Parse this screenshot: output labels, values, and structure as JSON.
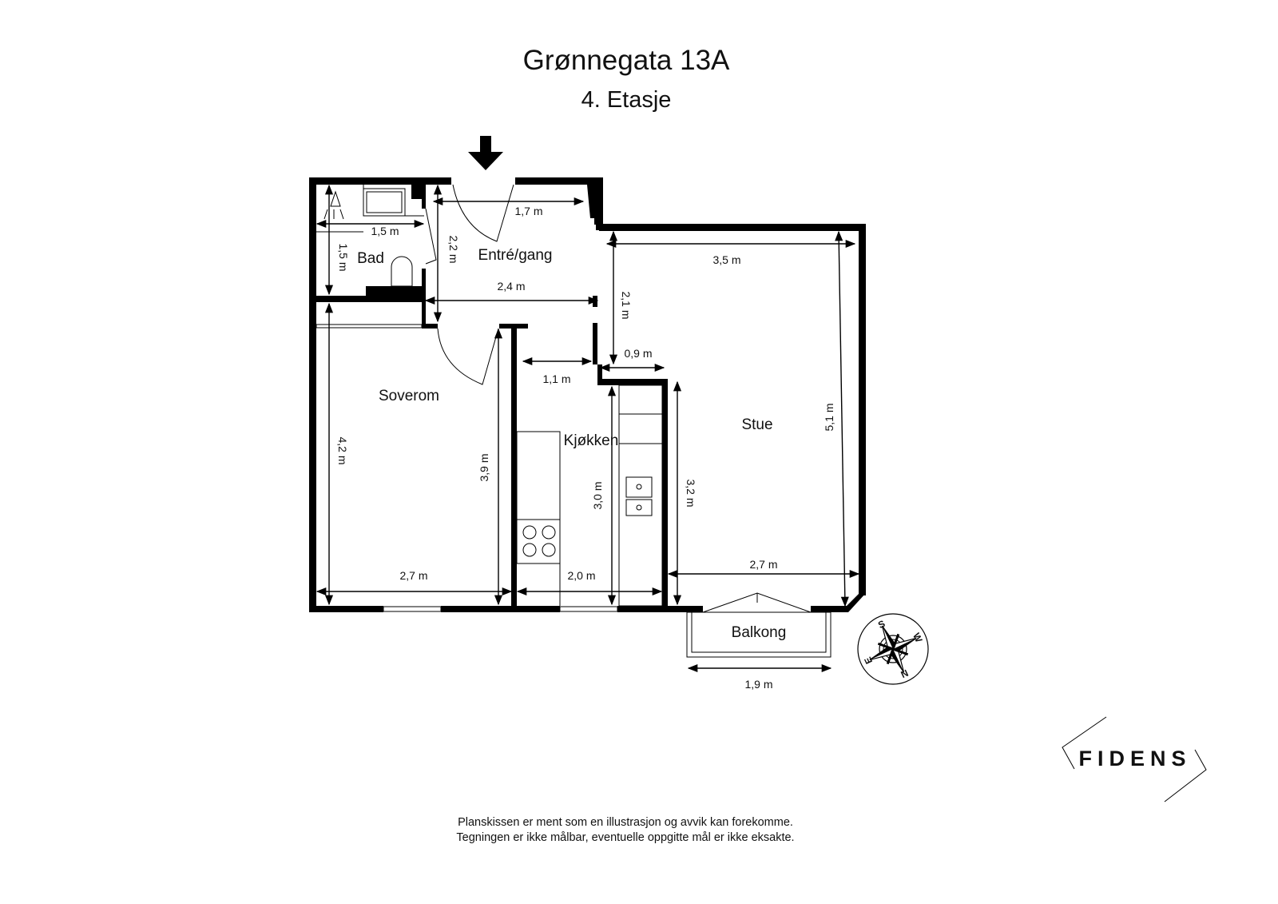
{
  "header": {
    "title": "Grønnegata 13A",
    "floor": "4. Etasje"
  },
  "rooms": {
    "bad": "Bad",
    "entre": "Entré/gang",
    "soverom": "Soverom",
    "kjokken": "Kjøkken",
    "stue": "Stue",
    "balkong": "Balkong"
  },
  "dimensions": {
    "bad_width": "1,5 m",
    "bad_depth": "1,5 m",
    "entre_width": "1,7 m",
    "entre_depth": "2,2 m",
    "entre_length": "2,4 m",
    "stue_width": "3,5 m",
    "stue_niche_depth": "2,1 m",
    "stue_niche_width": "0,9 m",
    "kjokken_entry": "1,1 m",
    "stue_length": "5,1 m",
    "soverom_length": "4,2 m",
    "soverom_inner": "3,9 m",
    "soverom_width": "2,7 m",
    "kjokken_width": "2,0 m",
    "kjokken_length": "3,0 m",
    "stue_lower_length": "3,2 m",
    "stue_lower_width": "2,7 m",
    "balkong_width": "1,9 m"
  },
  "compass": {
    "n": "N",
    "e": "E",
    "s": "S",
    "w": "W"
  },
  "entrance_icon": "arrow-down-icon",
  "logo": "FIDENS",
  "footer": {
    "line1": "Planskissen er ment som en illustrasjon og avvik kan forekomme.",
    "line2": "Tegningen er ikke målbar, eventuelle oppgitte mål er ikke eksakte."
  }
}
